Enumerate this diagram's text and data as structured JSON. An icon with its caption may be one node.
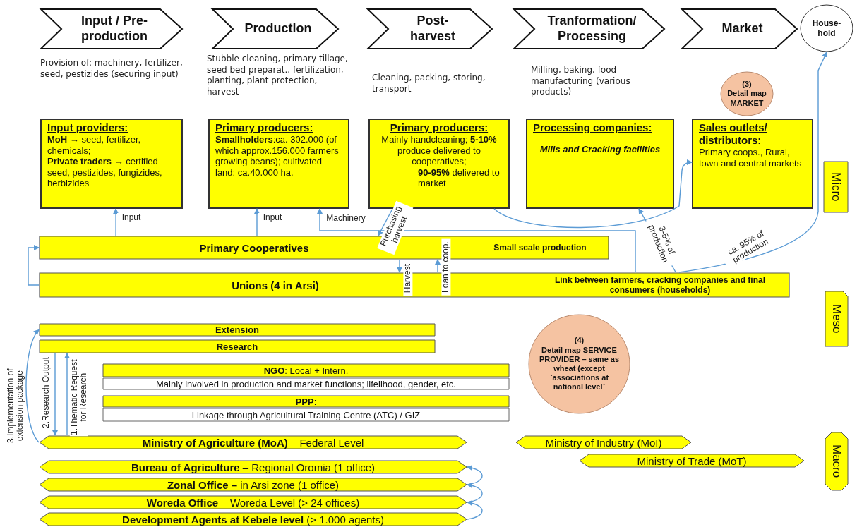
{
  "diagram": {
    "nodes": [
      {
        "text": [
          "Input / Pre- production"
        ],
        "beside": [
          "Provision of: machinery, fertilizer, seed, pestizides (securing input)"
        ]
      },
      {
        "text": [
          "Production"
        ],
        "beside": [
          "Stubble cleaning, primary tillage, seed bed preparat., fertilization, planting, plant protection, harvest"
        ]
      },
      {
        "text": [
          "Post- harvest"
        ],
        "beside": [
          "Cleaning, packing, storing, transport"
        ]
      },
      {
        "text": [
          "Tranformation/ Processing"
        ],
        "beside": [
          "Milling, baking, food manufacturing (various products)"
        ]
      },
      {
        "text": [
          "Market"
        ]
      },
      {
        "text": [
          "House- hold"
        ]
      },
      {
        "text": [
          "(3)",
          "Detail map MARKET"
        ]
      },
      {
        "text": [
          "Input providers:",
          "**MoH** → seed, fertilizer, chemicals;",
          "**Private traders** → certified seed, pestizides, fungizides, herbizides"
        ]
      },
      {
        "text": [
          "Primary producers:",
          "**Smallholders**:ca. 302.000 (of which approx.156.000 farmers growing beans); cultivated land: ca.40.000 ha."
        ]
      },
      {
        "text": [
          "Primary producers:",
          "Mainly handcleaning; **5-10%** produce delivered to cooperatives;",
          "**90-95%** delivered to market"
        ]
      },
      {
        "text": [
          "Processing companies:",
          "Mills and Cracking facilities"
        ]
      },
      {
        "text": [
          "Sales outlets/ distributors:",
          "Primary coops., Rural, town and central markets"
        ]
      },
      {
        "text": [
          "Micro"
        ]
      },
      {
        "text": [
          "Primary Cooperatives",
          "Small scale production"
        ]
      },
      {
        "text": [
          "Unions (4 in Arsi)",
          "Link between farmers, cracking companies and final consumers (households)"
        ]
      },
      {
        "text": [
          "Meso"
        ]
      },
      {
        "text": [
          "Extension"
        ]
      },
      {
        "text": [
          "Research"
        ]
      },
      {
        "text": [
          "(4)",
          "Detail map SERVICE PROVIDER – same as wheat (except `associations at national level`"
        ]
      },
      {
        "text": [
          "**NGO**: Local + Intern."
        ]
      },
      {
        "text": [
          "Mainly involved in production and market functions; lifelihood, gender, etc."
        ]
      },
      {
        "text": [
          "**PPP**:"
        ]
      },
      {
        "text": [
          "Linkage through Agricultural Training Centre (ATC) / GIZ"
        ]
      },
      {
        "text": [
          "**Ministry of Agriculture (MoA)** – Federal Level"
        ]
      },
      {
        "text": [
          "Ministry of Industry (MoI)"
        ]
      },
      {
        "text": [
          "Ministry of Trade (MoT)"
        ]
      },
      {
        "text": [
          "Macro"
        ]
      },
      {
        "text": [
          "**Bureau of Agriculture** – Regional Oromia (1 office)"
        ]
      },
      {
        "text": [
          "**Zonal Office –** in Arsi zone (1 office)"
        ]
      },
      {
        "text": [
          "**Woreda Office** – Woreda Level (> 24 offices)"
        ]
      },
      {
        "text": [
          "**Development Agents at Kebele level** (> 1.000 agents)"
        ]
      }
    ],
    "edges": [
      {
        "from": 13,
        "to": 7,
        "arrow": "to",
        "label": "Input"
      },
      {
        "from": 13,
        "to": 8,
        "arrow": "to",
        "label": "Input"
      },
      {
        "from": 14,
        "to": 8,
        "arrow": "to",
        "label": "Machinery"
      },
      {
        "from": 9,
        "to": 13,
        "arrow": "to",
        "label": "Purchasing harvest"
      },
      {
        "from": 13,
        "to": 14,
        "arrow": "to",
        "label": "Harvest"
      },
      {
        "from": 14,
        "to": 13,
        "arrow": "to",
        "label": "Loan to coop."
      },
      {
        "from": 14,
        "to": 13,
        "arrow": "to"
      },
      {
        "from": 9,
        "to": 11,
        "arrow": "to"
      },
      {
        "from": 14,
        "to": 10,
        "arrow": "to",
        "label": "3-5% of production"
      },
      {
        "from": 14,
        "to": 5,
        "arrow": "to",
        "label": "ca. 95% of production"
      },
      {
        "from": 23,
        "to": 16,
        "arrow": "to",
        "label": "3.Implementation of extension package"
      },
      {
        "from": 17,
        "to": 23,
        "arrow": "to",
        "label": "2.Research Output"
      },
      {
        "from": 23,
        "to": 17,
        "arrow": "to",
        "label": "1.Thematic Request for Research"
      },
      {
        "from": 30,
        "to": 29,
        "arrow": "to"
      },
      {
        "from": 29,
        "to": 28,
        "arrow": "to"
      },
      {
        "from": 28,
        "to": 27,
        "arrow": "to"
      }
    ]
  }
}
